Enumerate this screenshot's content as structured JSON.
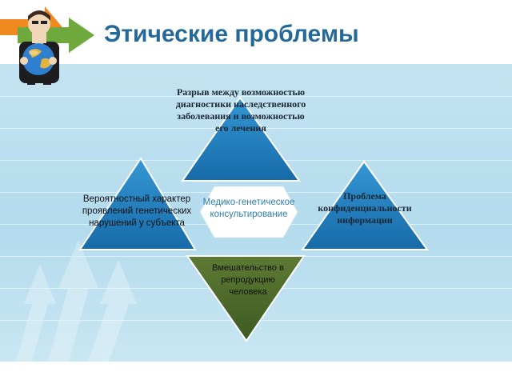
{
  "slide": {
    "title": "Этические проблемы"
  },
  "diagram": {
    "center": "Медико-генетическое консультирование",
    "top": "Разрыв между возможностью диагностики наследственного заболевания и возможностью его лечения",
    "left": "Вероятностный характер проявлений генетических нарушений у субъекта",
    "right": "Проблема конфиденциальности информации",
    "bottom": "Вмешательство в репродукцию человека"
  },
  "colors": {
    "title": "#25699a",
    "triangle_blue": "#1e7fbf",
    "triangle_green": "#4e6a2b",
    "center_text": "#2d7fb0",
    "background": "#b9deee"
  }
}
